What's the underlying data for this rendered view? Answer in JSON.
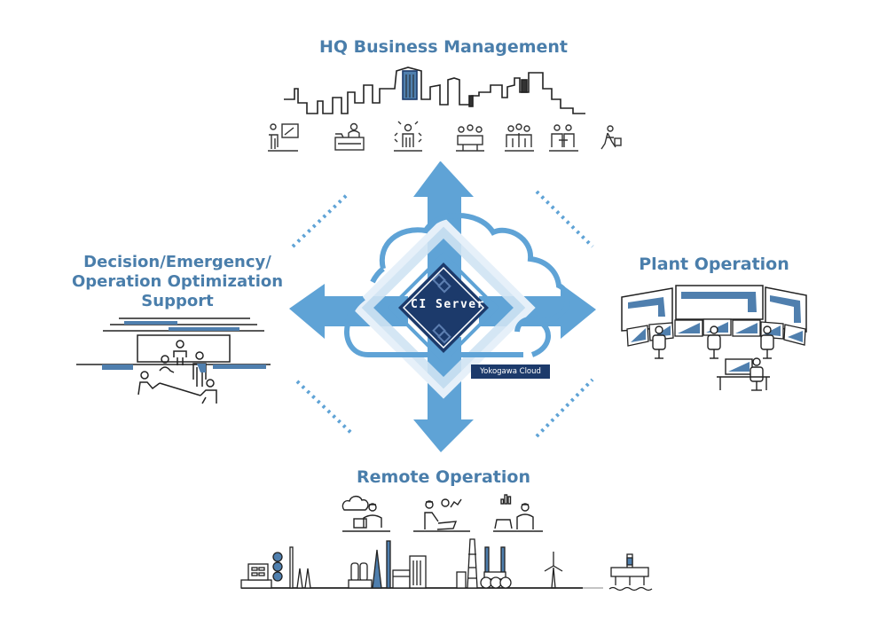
{
  "diagram": {
    "center": {
      "server_label": "CI Server",
      "cloud_label": "Yokogawa Cloud"
    },
    "nodes": {
      "top": {
        "label": "HQ Business Management",
        "icons": [
          "presentation-icon",
          "reception-desk-icon",
          "manager-directing-icon",
          "meeting-table-icon",
          "team-icon",
          "handshake-icon",
          "business-traveler-icon"
        ]
      },
      "left": {
        "label_lines": [
          "Decision/Emergency/",
          "Operation Optimization",
          "Support"
        ]
      },
      "right": {
        "label": "Plant Operation"
      },
      "bottom": {
        "label": "Remote Operation",
        "icons": [
          "cloud-monitoring-worker-icon",
          "analytics-worker-icon",
          "dashboard-worker-icon"
        ],
        "facilities": [
          "factory-icon",
          "power-plant-icon",
          "refinery-icon",
          "wind-turbine-icon",
          "offshore-platform-icon"
        ]
      }
    },
    "colors": {
      "title": "#4a7eab",
      "arrow": "#5fa3d6",
      "server_dark": "#1c3a6b",
      "accent_blue": "#4f7fae"
    }
  }
}
